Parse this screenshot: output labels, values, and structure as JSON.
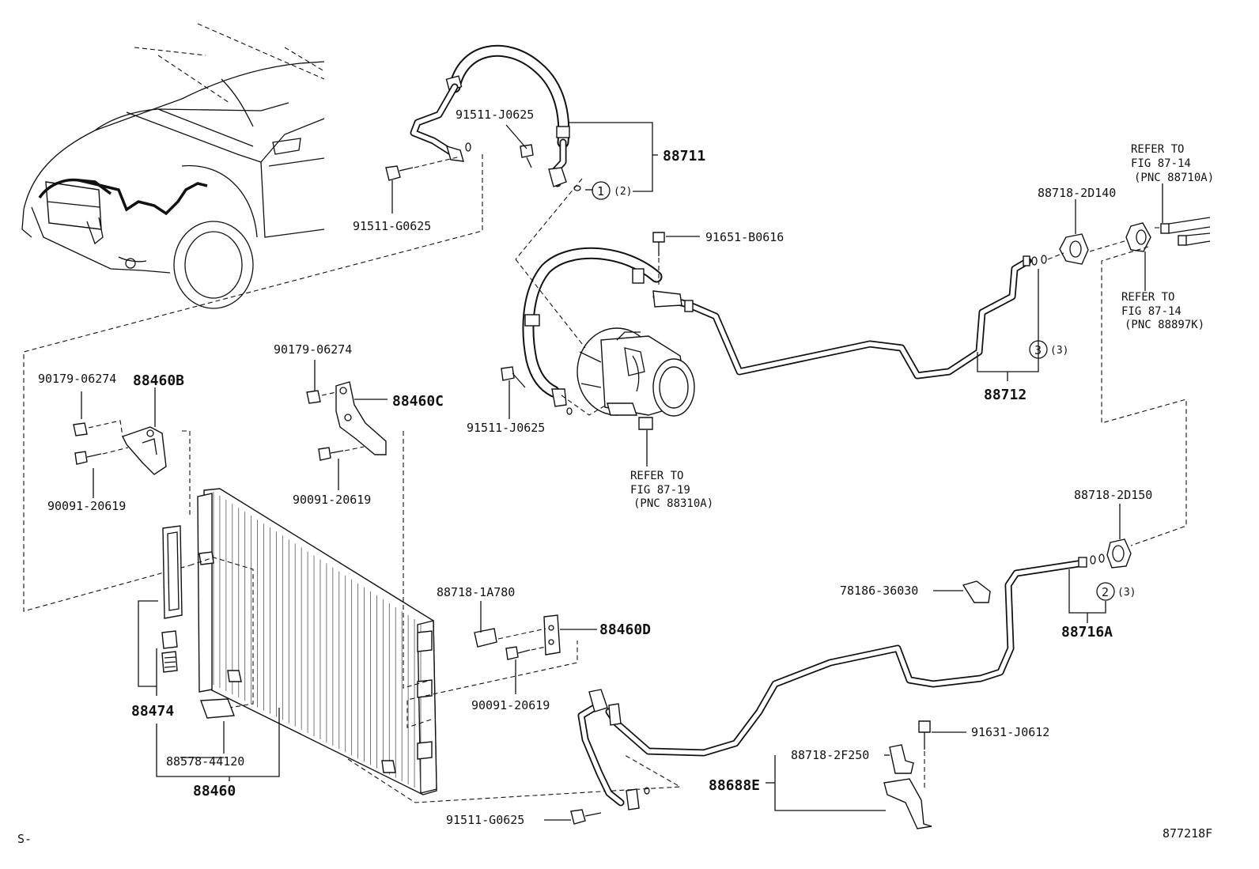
{
  "labels": {
    "p91511_j0625_top": "91511-J0625",
    "p88711": "88711",
    "c1_num": "1",
    "c1_qty": "(2)",
    "p91511_g0625_top": "91511-G0625",
    "refer_1_l1": "REFER TO",
    "refer_1_l2": "FIG 87-14",
    "refer_1_l3": "(PNC 88710A)",
    "p88718_2d140": "88718-2D140",
    "p91651_b0616": "91651-B0616",
    "refer_2_l1": "REFER TO",
    "refer_2_l2": "FIG 87-14",
    "refer_2_l3": "(PNC 88897K)",
    "c3_num": "3",
    "c3_qty": "(3)",
    "p88712": "88712",
    "p90179_06274_left": "90179-06274",
    "p88460b": "88460B",
    "p90179_06274_mid": "90179-06274",
    "p88460c": "88460C",
    "p91511_j0625_mid": "91511-J0625",
    "p90091_20619_left": "90091-20619",
    "p90091_20619_mid": "90091-20619",
    "refer_3_l1": "REFER TO",
    "refer_3_l2": "FIG 87-19",
    "refer_3_l3": "(PNC 88310A)",
    "p88718_2d150": "88718-2D150",
    "p88718_1a780": "88718-1A780",
    "p78186_36030": "78186-36030",
    "c2_num": "2",
    "c2_qty": "(3)",
    "p88460d": "88460D",
    "p88716a": "88716A",
    "p88474": "88474",
    "p90091_20619_bot": "90091-20619",
    "p91631_j0612": "91631-J0612",
    "p88718_2f250": "88718-2F250",
    "p88578_44120": "88578-44120",
    "p88688e": "88688E",
    "p88460": "88460",
    "p91511_g0625_bot": "91511-G0625",
    "corner_left": "S-",
    "figure_id": "877218F"
  }
}
